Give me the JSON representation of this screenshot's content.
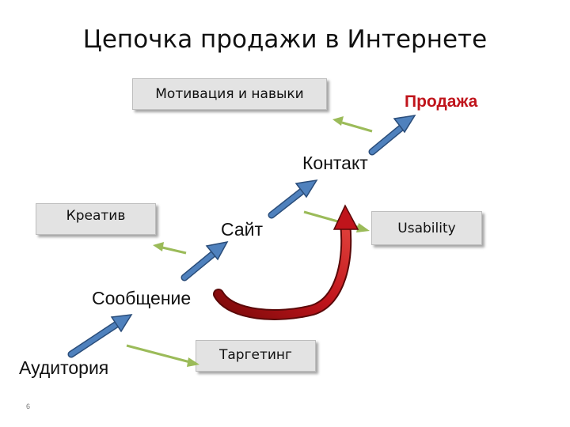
{
  "title": "Цепочка продажи в Интернете",
  "boxes": {
    "motivation": "Мотивация и навыки",
    "kreativ": "Креатив",
    "usability": "Usability",
    "targeting": "Таргетинг"
  },
  "labels": {
    "prodazha": "Продажа",
    "kontakt": "Контакт",
    "sait": "Сайт",
    "soobshenie": "Сообщение",
    "auditoriya": "Аудитория"
  },
  "page_number": "6",
  "colors": {
    "chain_arrow": "#4f81bd",
    "chain_arrow_stroke": "#2a4d7a",
    "side_arrow": "#9bbb59",
    "feedback_arrow": "#c0141b",
    "sale_text": "#c0141b"
  }
}
